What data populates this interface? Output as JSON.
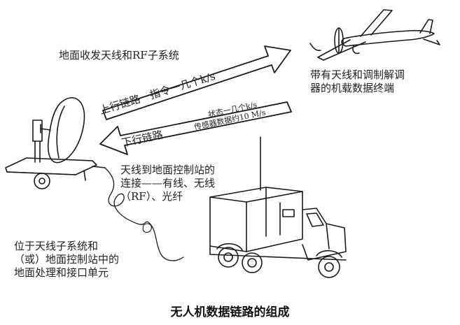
{
  "diagram": {
    "caption": "无人机数据链路的组成",
    "labels": {
      "ground_antenna_rf": "地面收发天线和RF子系统",
      "uplink": "上行链路－指令一几个k/s",
      "airborne_terminal": "带有天线和调制解调\n器的机载数据终端",
      "downlink": "下行链路",
      "downlink_status": "状态一几个k/s",
      "downlink_sensor": "传感器数据约10 M/s",
      "connection": "天线到地面控制站的\n连接——有线、无线\n（RF）、光纤",
      "ground_processing": "位于天线子系统和\n（或）地面控制站中的\n地面处理和接口单元"
    }
  }
}
